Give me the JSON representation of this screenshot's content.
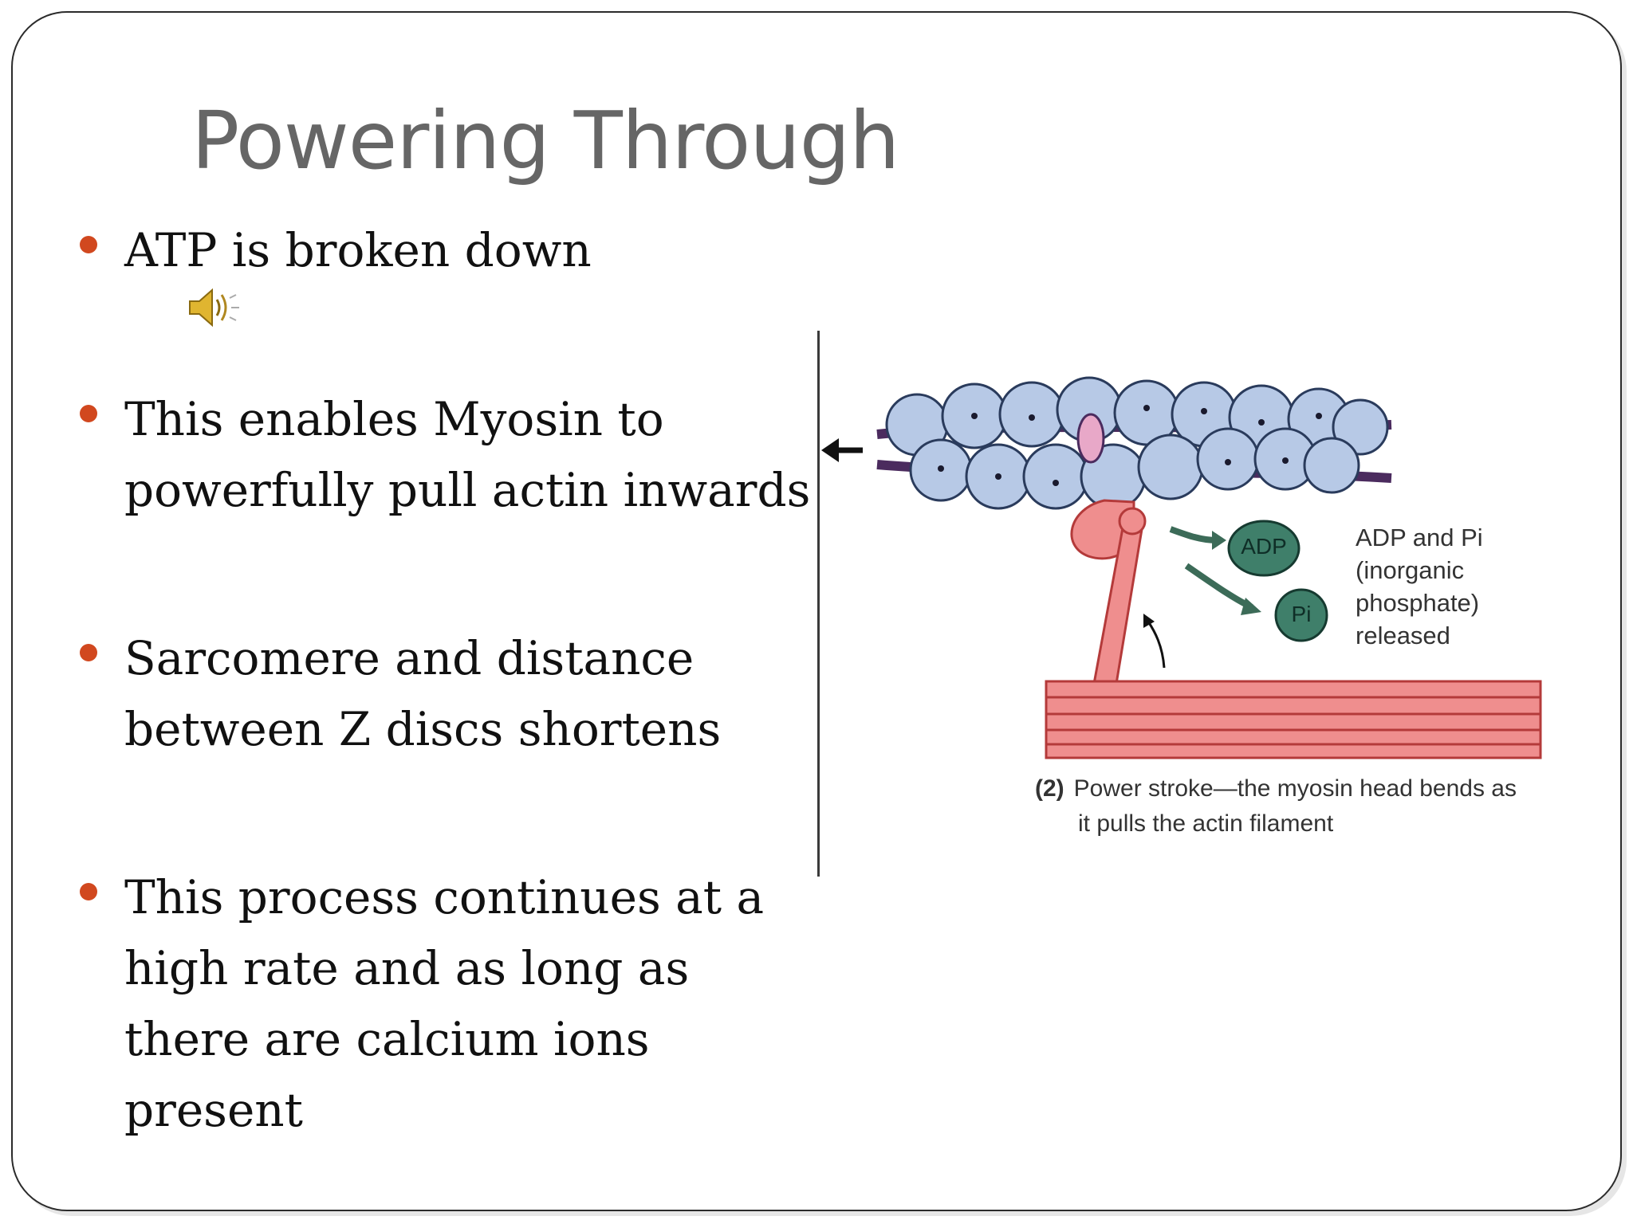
{
  "slide": {
    "title": "Powering Through",
    "bullets": [
      {
        "text": "ATP is broken down"
      },
      {
        "text": "This enables Myosin to powerfully pull actin inwards"
      },
      {
        "text": "Sarcomere and distance between Z discs shortens"
      },
      {
        "text": "This process continues at a high rate and as long as there are calcium ions present"
      }
    ],
    "audio_icon": "speaker-icon"
  },
  "figure": {
    "adp_label": "ADP",
    "pi_label": "Pi",
    "released_lines": [
      "ADP and Pi",
      "(inorganic",
      "phosphate)",
      "released"
    ],
    "caption_number": "(2)",
    "caption_lines": [
      "Power stroke—the myosin head bends as",
      "it pulls the actin filament"
    ],
    "colors": {
      "bullet": "#d1481f",
      "title": "#666666",
      "actin_bead": "#b7c9e6",
      "myosin": "#ef8e8e",
      "badge": "#3f7f6a"
    }
  }
}
